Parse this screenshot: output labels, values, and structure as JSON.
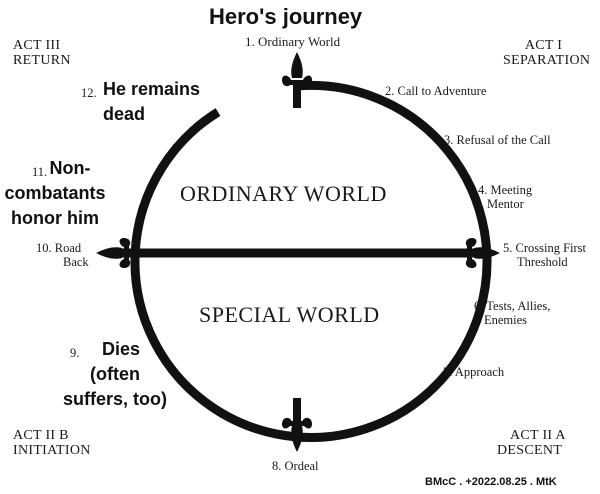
{
  "title": "Hero's journey",
  "acts": {
    "act3": [
      "ACT III",
      "RETURN"
    ],
    "act1": [
      "ACT I",
      "SEPARATION"
    ],
    "act2b": [
      "ACT II B",
      "INITIATION"
    ],
    "act2a": [
      "ACT II A",
      "DESCENT"
    ]
  },
  "worlds": {
    "ordinary": "ORDINARY WORLD",
    "special": "SPECIAL WORLD"
  },
  "stages": {
    "s1": "1. Ordinary World",
    "s2": "2. Call to Adventure",
    "s3": "3. Refusal of the Call",
    "s4": [
      "4. Meeting",
      "Mentor"
    ],
    "s5": [
      "5. Crossing First",
      "Threshold"
    ],
    "s6": [
      "6. Tests, Allies,",
      "Enemies"
    ],
    "s7": "7. Approach",
    "s8": "8. Ordeal",
    "s9_num": "9.",
    "s9": [
      "Dies",
      "(often",
      "suffers, too)"
    ],
    "s10": [
      "10. Road",
      "Back"
    ],
    "s11_num": "11.",
    "s11": [
      "Non-",
      "combatants",
      "honor him"
    ],
    "s12_num": "12.",
    "s12": [
      "He remains",
      "dead"
    ]
  },
  "credit": "BMcC . +2022.08.25 . MtK"
}
